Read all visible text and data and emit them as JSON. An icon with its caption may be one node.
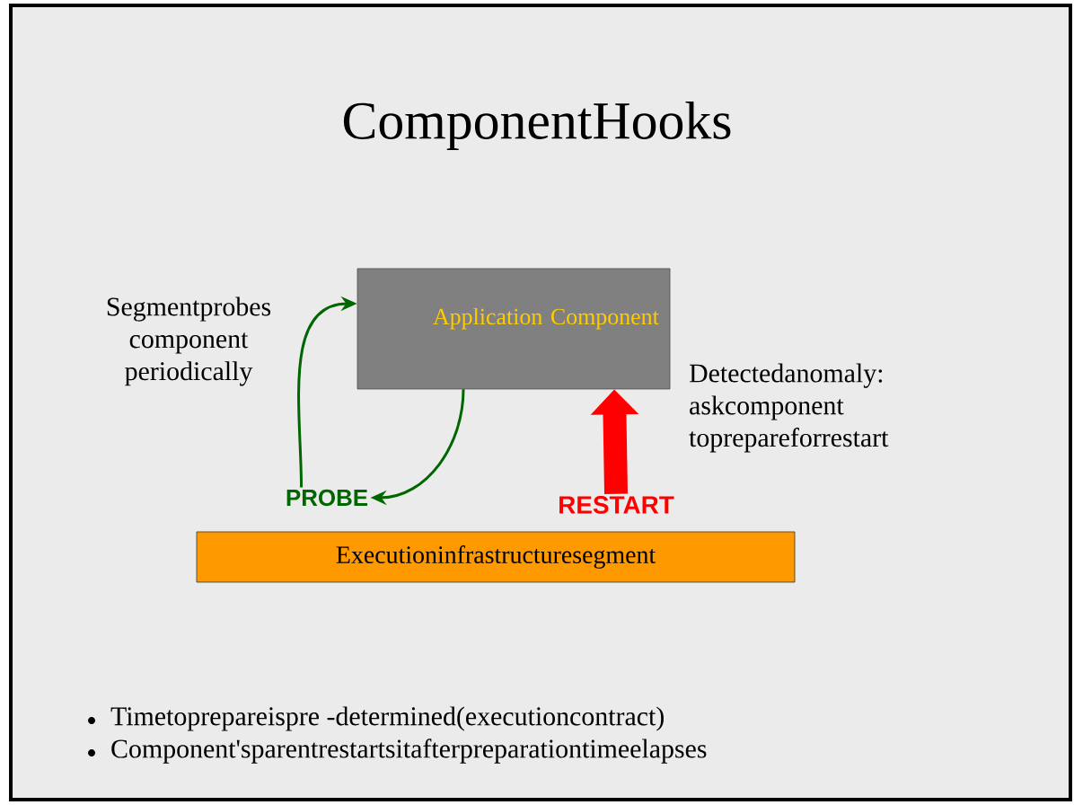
{
  "diagram": {
    "title": "ComponentHooks",
    "nodes": [
      {
        "text": [
          "Application Component"
        ]
      },
      {
        "text": [
          "Executioninfrastructuresegment"
        ]
      },
      {
        "text": [
          "PROBE"
        ]
      },
      {
        "text": [
          "RESTART"
        ]
      }
    ],
    "edges": [
      {
        "from": 2,
        "to": 0,
        "arrow": "to"
      },
      {
        "from": 0,
        "to": 2,
        "arrow": "to"
      },
      {
        "from": 3,
        "to": 0,
        "arrow": "to",
        "style": "thick",
        "color": "#ff0000"
      }
    ],
    "labels": [
      "Segmentprobes component periodically",
      "Detectedanomaly: askcomponent toprepareforrestart",
      "Timetoprepareispre -determined(executioncontract)",
      "Component'sparentrestartsitafterpreparationtimeelapses"
    ]
  }
}
